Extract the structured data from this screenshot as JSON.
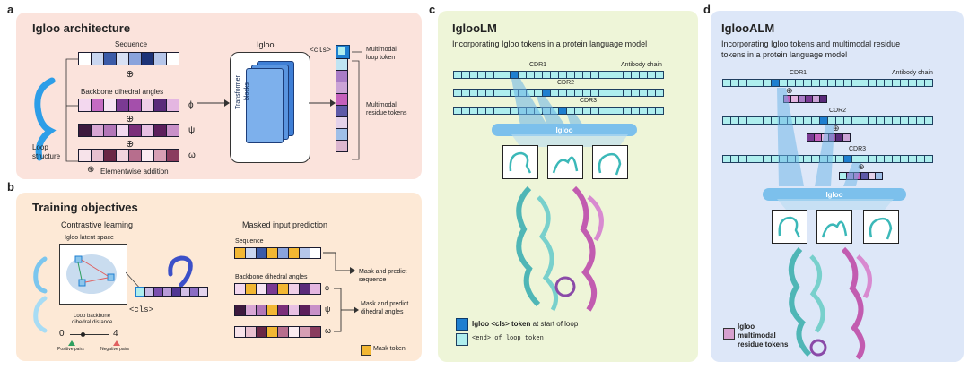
{
  "panels": {
    "a": {
      "letter": "a",
      "title": "Igloo architecture",
      "sequence_label": "Sequence",
      "backbone_label": "Backbone dihedral angles",
      "phi": "ϕ",
      "psi": "ψ",
      "omega": "ω",
      "loop_label_1": "Loop",
      "loop_label_2": "structure",
      "elementwise_label": "Elementwise addition",
      "igloo_label": "Igloo",
      "transformer_label_1": "Transformer",
      "transformer_label_2": "blocks",
      "cls_label": "<cls>",
      "multimodal_loop_1": "Multimodal",
      "multimodal_loop_2": "loop token",
      "multimodal_res_1": "Multimodal",
      "multimodal_res_2": "residue tokens",
      "plus": "⊕"
    },
    "b": {
      "letter": "b",
      "title": "Training objectives",
      "contrastive": "Contrastive learning",
      "latent_space": "Igloo latent space",
      "cls_label": "<cls>",
      "distance_1": "Loop backbone",
      "distance_2": "dihedral distance",
      "dist_min": "0",
      "dist_max": "4",
      "pos_pairs": "Positive pairs",
      "neg_pairs": "Negative pairs",
      "masked": "Masked input prediction",
      "sequence_label": "Sequence",
      "backbone_label": "Backbone dihedral angles",
      "mask_seq_1": "Mask and predict",
      "mask_seq_2": "sequence",
      "mask_dih_1": "Mask and predict",
      "mask_dih_2": "dihedral angles",
      "phi": "ϕ",
      "psi": "ψ",
      "omega": "ω",
      "mask_token": "Mask token"
    },
    "c": {
      "letter": "c",
      "title": "IglooLM",
      "subtitle": "Incorporating Igloo tokens in a protein language model",
      "cdr1": "CDR1",
      "cdr2": "CDR2",
      "cdr3": "CDR3",
      "chain": "Antibody chain",
      "igloo": "Igloo",
      "legend_1_bold": "Igloo <cls> token",
      "legend_1_rest": " at start of loop",
      "legend_2": "<end> of loop token"
    },
    "d": {
      "letter": "d",
      "title": "IglooALM",
      "subtitle_1": "Incorporating Igloo tokens and multimodal residue",
      "subtitle_2": "tokens in a protein language model",
      "cdr1": "CDR1",
      "cdr2": "CDR2",
      "cdr3": "CDR3",
      "chain": "Antibody chain",
      "igloo": "Igloo",
      "legend_1": "Igloo",
      "legend_2": "multimodal",
      "legend_3": "residue tokens",
      "plus": "⊕"
    }
  },
  "colors": {
    "panel_a_bg": "#fbe3dc",
    "panel_b_bg": "#fde9d6",
    "panel_c_bg": "#eef5d8",
    "panel_d_bg": "#dde7f8",
    "cyan_token": "#aeeeee",
    "cls_blue": "#1e7fd0",
    "mask_yellow": "#f2b733",
    "magenta": "#c050a8"
  }
}
